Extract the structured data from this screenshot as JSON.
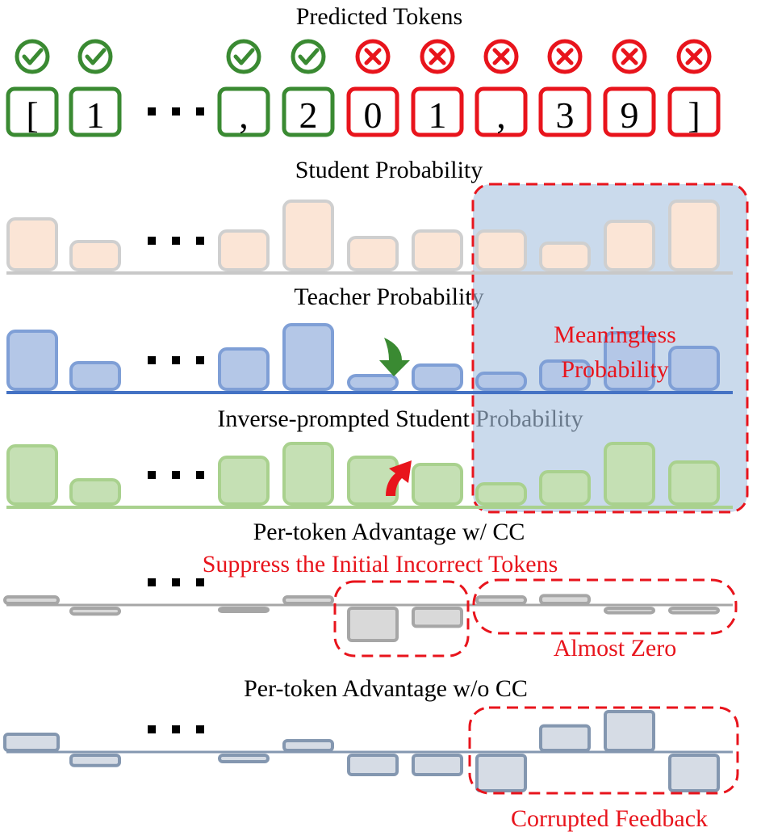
{
  "predicted_tokens": {
    "title": "Predicted Tokens",
    "tokens": [
      {
        "char": "[",
        "correct": true
      },
      {
        "char": "1",
        "correct": true
      },
      {
        "char": "",
        "correct": true
      },
      {
        "char": ",",
        "correct": true
      },
      {
        "char": "2",
        "correct": true
      },
      {
        "char": "0",
        "correct": false
      },
      {
        "char": "1",
        "correct": false
      },
      {
        "char": ",",
        "correct": false
      },
      {
        "char": "3",
        "correct": false
      },
      {
        "char": "9",
        "correct": false
      },
      {
        "char": "]",
        "correct": false
      }
    ]
  },
  "student": {
    "title": "Student Probability",
    "values": [
      0.63,
      0.35,
      0.0,
      0.48,
      0.85,
      0.4,
      0.48,
      0.48,
      0.33,
      0.6,
      0.85
    ]
  },
  "teacher": {
    "title": "Teacher Probability",
    "values": [
      0.72,
      0.33,
      0.0,
      0.5,
      0.8,
      0.17,
      0.3,
      0.2,
      0.35,
      0.7,
      0.52
    ]
  },
  "inverse": {
    "title": "Inverse-prompted Student Probability",
    "values": [
      0.72,
      0.3,
      0.0,
      0.58,
      0.75,
      0.58,
      0.49,
      0.25,
      0.4,
      0.75,
      0.52
    ]
  },
  "adv_cc": {
    "title": "Per-token Advantage w/ CC",
    "values": [
      0.1,
      -0.09,
      0.0,
      -0.05,
      0.1,
      -0.5,
      -0.28,
      0.1,
      0.12,
      -0.07,
      -0.07
    ]
  },
  "adv_nocc": {
    "title": "Per-token Advantage w/o CC",
    "values": [
      0.25,
      -0.16,
      0.0,
      -0.1,
      0.15,
      -0.3,
      -0.3,
      -0.55,
      0.38,
      0.6,
      -0.55
    ]
  },
  "annotations": {
    "meaningless": [
      "Meaningless",
      "Probability"
    ],
    "suppress": "Suppress the Initial Incorrect Tokens",
    "almost_zero": "Almost Zero",
    "corrupted": "Corrupted Feedback"
  },
  "colors": {
    "correct": "#3a8a32",
    "incorrect": "#e8141c",
    "student_fill": "#fbe5d6",
    "student_stroke": "#cfcfcf",
    "teacher_fill": "#b4c7e7",
    "teacher_stroke": "#7f9fd6",
    "teacher_axis": "#4472c4",
    "inverse_fill": "#c5e0b4",
    "inverse_stroke": "#a9d18e",
    "adv_cc_fill": "#d9d9d9",
    "adv_cc_stroke": "#a6a6a6",
    "adv_nocc_fill": "#d6dce5",
    "adv_nocc_stroke": "#8497b0",
    "highlight_fill": "#aac4e0",
    "annotation": "#e8141c"
  }
}
